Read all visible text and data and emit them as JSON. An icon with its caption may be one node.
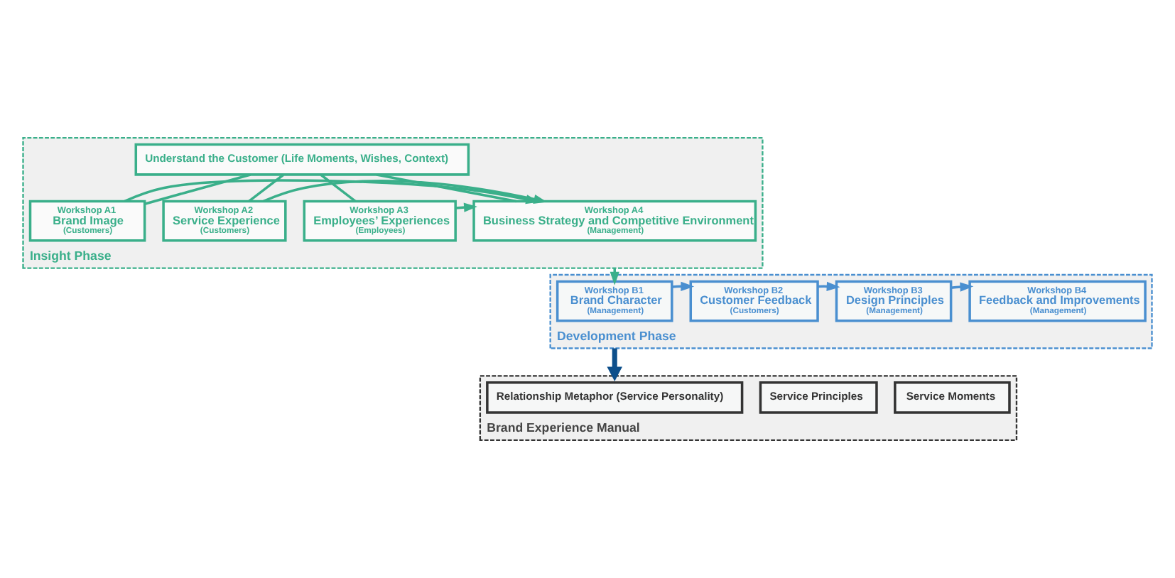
{
  "diagram": {
    "nodes": [
      {
        "text": [
          "Insight Phase"
        ]
      },
      {
        "text": [
          "Understand the Customer (Life Moments, Wishes, Context)"
        ],
        "in": 0
      },
      {
        "text": [
          "Workshop A1",
          "Brand Image",
          "(Customers)"
        ],
        "in": 0
      },
      {
        "text": [
          "Workshop A2",
          "Service Experience",
          "(Customers)"
        ],
        "in": 0
      },
      {
        "text": [
          "Workshop A3",
          "Employees’ Experiences",
          "(Employees)"
        ],
        "in": 0
      },
      {
        "text": [
          "Workshop A4",
          "Business Strategy and Competitive Environment",
          "(Management)"
        ],
        "in": 0
      },
      {
        "text": [
          "Development Phase"
        ]
      },
      {
        "text": [
          "Workshop B1",
          "Brand Character",
          "(Management)"
        ],
        "in": 6
      },
      {
        "text": [
          "Workshop B2",
          "Customer Feedback",
          "(Customers)"
        ],
        "in": 6
      },
      {
        "text": [
          "Workshop B3",
          "Design Principles",
          "(Management)"
        ],
        "in": 6
      },
      {
        "text": [
          "Workshop B4",
          "Feedback and Improvements",
          "(Management)"
        ],
        "in": 6
      },
      {
        "text": [
          "Brand Experience Manual"
        ]
      },
      {
        "text": [
          "Relationship Metaphor (Service Personality)"
        ],
        "in": 11
      },
      {
        "text": [
          "Service Principles"
        ],
        "in": 11
      },
      {
        "text": [
          "Service Moments"
        ],
        "in": 11
      }
    ],
    "edges": [
      {
        "from": 1,
        "to": 2,
        "arrow": "none"
      },
      {
        "from": 1,
        "to": 3,
        "arrow": "none"
      },
      {
        "from": 1,
        "to": 4,
        "arrow": "none"
      },
      {
        "from": 1,
        "to": 5,
        "arrow": "none"
      },
      {
        "from": 2,
        "to": 5,
        "arrow": "to"
      },
      {
        "from": 3,
        "to": 5,
        "arrow": "to"
      },
      {
        "from": 4,
        "to": 5,
        "arrow": "to"
      },
      {
        "from": 0,
        "to": 7,
        "arrow": "to"
      },
      {
        "from": 7,
        "to": 8,
        "arrow": "to",
        "color": "#4a8fd0"
      },
      {
        "from": 8,
        "to": 9,
        "arrow": "to",
        "color": "#4a8fd0"
      },
      {
        "from": 9,
        "to": 10,
        "arrow": "to",
        "color": "#4a8fd0"
      },
      {
        "from": 6,
        "to": 11,
        "arrow": "to",
        "style": "thick",
        "color": "#0d4f8b"
      }
    ]
  }
}
